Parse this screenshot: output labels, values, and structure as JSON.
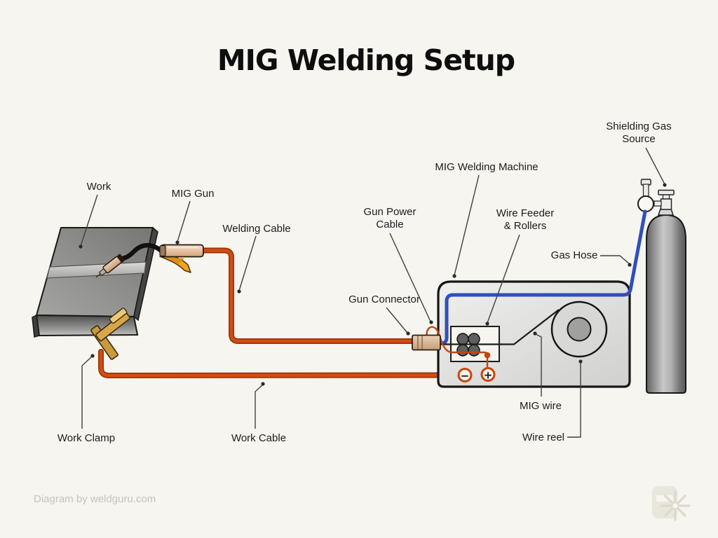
{
  "title": "MIG Welding Setup",
  "credit": "Diagram by weldguru.com",
  "labels": {
    "work": {
      "text": "Work"
    },
    "mig_gun": {
      "text": "MIG Gun"
    },
    "welding_cable": {
      "text": "Welding Cable"
    },
    "gun_power_cable": {
      "text": "Gun Power\nCable"
    },
    "gun_connector": {
      "text": "Gun Connector"
    },
    "mig_welding_machine": {
      "text": "MIG Welding Machine"
    },
    "wire_feeder": {
      "text": "Wire Feeder\n& Rollers"
    },
    "gas_hose": {
      "text": "Gas Hose"
    },
    "shielding_gas_source": {
      "text": "Shielding Gas\nSource"
    },
    "work_clamp": {
      "text": "Work Clamp"
    },
    "work_cable": {
      "text": "Work Cable"
    },
    "mig_wire": {
      "text": "MIG wire"
    },
    "wire_reel": {
      "text": "Wire reel"
    }
  },
  "terminals": {
    "negative": "−",
    "positive": "+"
  },
  "colors": {
    "background": "#f7f5ef",
    "cable_orange": "#d04d14",
    "cable_orange_dark": "#9c3306",
    "hose_blue": "#2e4fbe",
    "brass_clamp": "#d8a74c",
    "gun_handle_orange": "#f2a227",
    "gun_body_tan": "#e6bd9d",
    "machine_gray": "#dcdcda",
    "metal_gray": "#8a8a8a",
    "outline_ink": "#1a1a1a",
    "leader_line": "#3f3f3f",
    "credit_gray": "#c6c3b7"
  }
}
